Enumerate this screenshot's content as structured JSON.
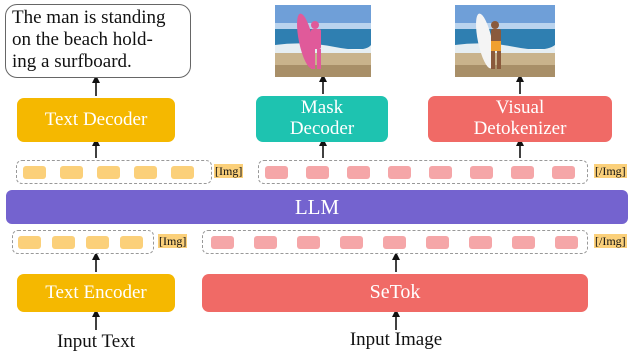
{
  "caption_lines": [
    "The man is standing",
    "on the beach hold-",
    "ing a surfboard."
  ],
  "modules": {
    "text_decoder": "Text Decoder",
    "mask_decoder": [
      "Mask",
      "Decoder"
    ],
    "visual_detokenizer": [
      "Visual",
      "Detokenizer"
    ],
    "llm": "LLM",
    "text_encoder": "Text Encoder",
    "setok": "SeTok"
  },
  "tags": {
    "img_start": "[Img]",
    "img_end": "[/Img]"
  },
  "inputs": {
    "text": "Input Text",
    "image": "Input Image"
  },
  "colors": {
    "yellow": "#f5b800",
    "teal": "#1ec3b0",
    "coral": "#f06a66",
    "purple": "#7463cf",
    "token_yellow": "#fbd07a",
    "token_pink": "#f5a6a8"
  }
}
